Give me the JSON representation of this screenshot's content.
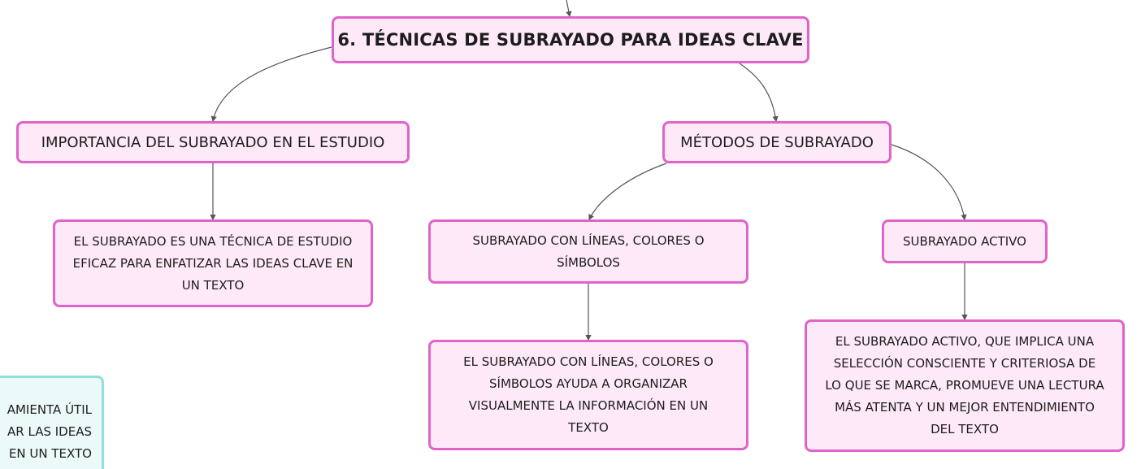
{
  "map": {
    "root": {
      "label": "6. TÉCNICAS DE SUBRAYADO PARA IDEAS CLAVE"
    },
    "importancia": {
      "label": "IMPORTANCIA DEL SUBRAYADO EN EL ESTUDIO"
    },
    "importancia_detalle": {
      "lines": [
        "EL SUBRAYADO ES UNA TÉCNICA DE ESTUDIO",
        "EFICAZ PARA ENFATIZAR LAS IDEAS CLAVE EN",
        "UN TEXTO"
      ]
    },
    "metodos": {
      "label": "MÉTODOS DE SUBRAYADO"
    },
    "lineas_colores": {
      "lines": [
        "SUBRAYADO CON LÍNEAS, COLORES O",
        "SÍMBOLOS"
      ]
    },
    "lineas_colores_detalle": {
      "lines": [
        "EL SUBRAYADO CON LÍNEAS, COLORES O",
        "SÍMBOLOS AYUDA A ORGANIZAR",
        "VISUALMENTE LA INFORMACIÓN EN UN",
        "TEXTO"
      ]
    },
    "activo": {
      "label": "SUBRAYADO ACTIVO"
    },
    "activo_detalle": {
      "lines": [
        "EL SUBRAYADO ACTIVO, QUE IMPLICA UNA",
        "SELECCIÓN CONSCIENTE Y CRITERIOSA DE",
        "LO QUE SE MARCA, PROMUEVE UNA LECTURA",
        "MÁS ATENTA Y UN MEJOR ENTENDIMIENTO",
        "DEL TEXTO"
      ]
    },
    "partial_node": {
      "lines": [
        "AMIENTA ÚTIL",
        "AR LAS IDEAS",
        "EN UN TEXTO"
      ]
    }
  },
  "colors": {
    "node_fill": "#fde9f8",
    "node_border": "#e064c8",
    "partial_fill": "#ebfaf8",
    "partial_border": "#8fe0dc",
    "connector": "#555555"
  }
}
